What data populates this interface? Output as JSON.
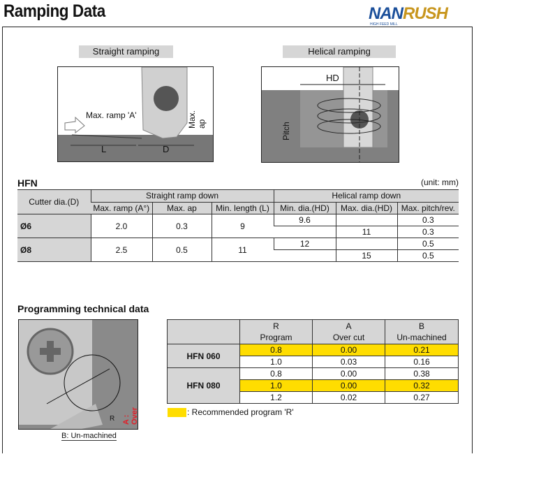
{
  "title": "Ramping Data",
  "logo": {
    "text_a": "NAN",
    "text_b": "RUSH",
    "tagline": "HIGH FEED MILL"
  },
  "diagrams": {
    "straight": {
      "label": "Straight ramping",
      "max_ramp": "Max. ramp 'A'",
      "max_ap": "Max. ap",
      "L": "L",
      "D": "D"
    },
    "helical": {
      "label": "Helical ramping",
      "HD": "HD",
      "pitch": "Pitch"
    }
  },
  "hfn": {
    "heading": "HFN",
    "unit": "(unit: mm)",
    "col_cutter": "Cutter dia.(D)",
    "group_straight": "Straight ramp down",
    "group_helical": "Helical ramp down",
    "cols": [
      "Max. ramp (A°)",
      "Max. ap",
      "Min. length (L)",
      "Min. dia.(HD)",
      "Max. dia.(HD)",
      "Max. pitch/rev."
    ],
    "rows": [
      {
        "dia": "Ø6",
        "ramp": "2.0",
        "ap": "0.3",
        "len": "9",
        "sub": [
          {
            "min": "9.6",
            "max": "",
            "pitch": "0.3"
          },
          {
            "min": "",
            "max": "11",
            "pitch": "0.3"
          }
        ]
      },
      {
        "dia": "Ø8",
        "ramp": "2.5",
        "ap": "0.5",
        "len": "11",
        "sub": [
          {
            "min": "12",
            "max": "",
            "pitch": "0.5"
          },
          {
            "min": "",
            "max": "15",
            "pitch": "0.5"
          }
        ]
      }
    ]
  },
  "programming": {
    "heading": "Programming technical data",
    "img_labels": {
      "over_cut": "A : Over cut",
      "R": "R",
      "un_machined": "B: Un-machined"
    },
    "headers": [
      {
        "l1": "R",
        "l2": "Program"
      },
      {
        "l1": "A",
        "l2": "Over cut"
      },
      {
        "l1": "B",
        "l2": "Un-machined"
      }
    ],
    "groups": [
      {
        "name": "HFN 060",
        "rows": [
          [
            "0.8",
            "0.00",
            "0.21"
          ],
          [
            "1.0",
            "0.03",
            "0.16"
          ]
        ]
      },
      {
        "name": "HFN 080",
        "rows": [
          [
            "0.8",
            "0.00",
            "0.38"
          ],
          [
            "1.0",
            "0.00",
            "0.32"
          ],
          [
            "1.2",
            "0.02",
            "0.27"
          ]
        ]
      }
    ],
    "legend": ": Recommended program 'R'",
    "highlight_color": "#ffdd00"
  }
}
